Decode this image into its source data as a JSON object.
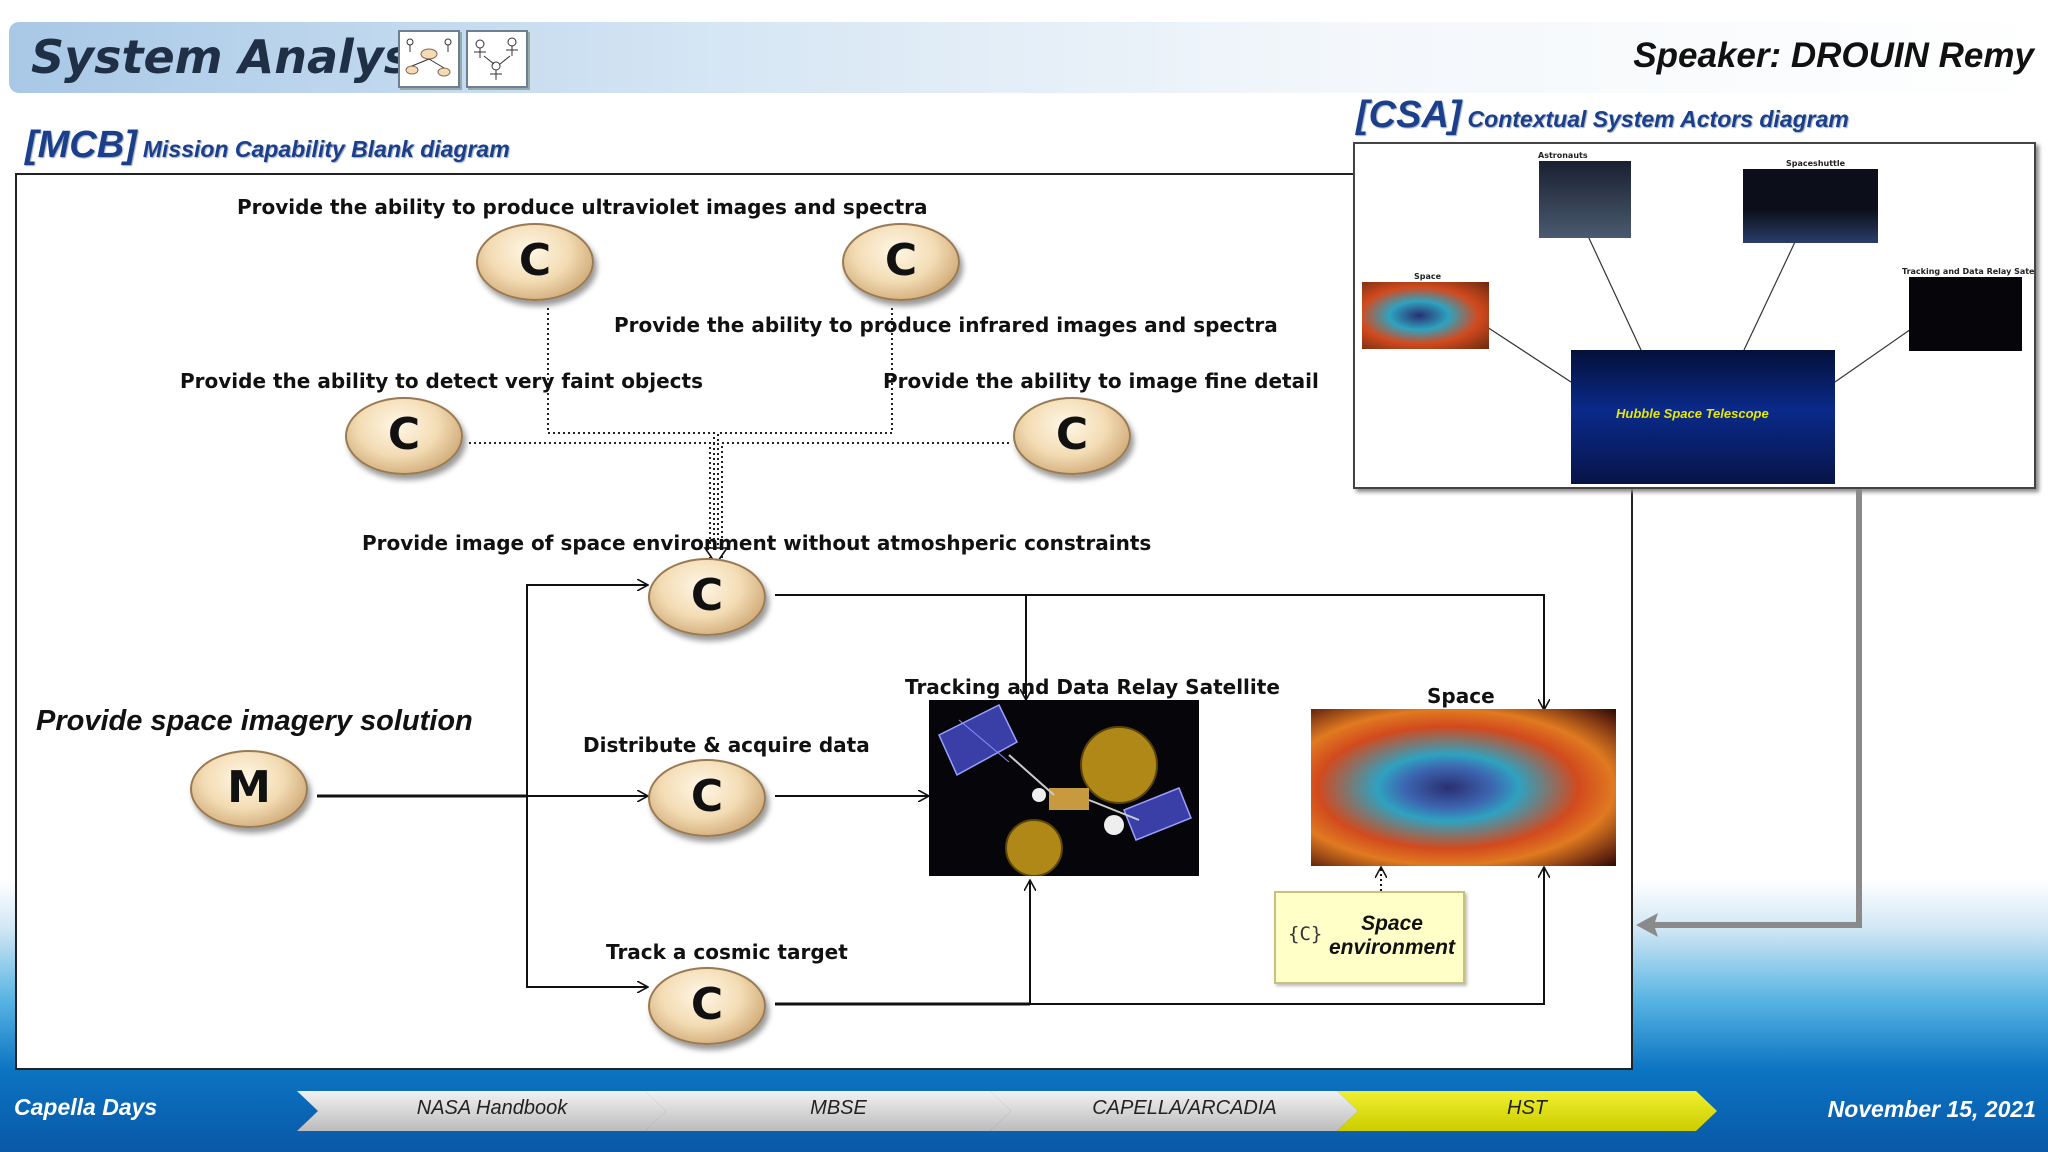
{
  "header": {
    "title": "System Analysis",
    "speaker": "Speaker: DROUIN Remy",
    "icons": [
      "mission-capability-icon",
      "actors-icon"
    ]
  },
  "mcb": {
    "code": "[MCB]",
    "description": "Mission Capability Blank diagram",
    "capabilities": {
      "uv": "Provide the ability to produce ultraviolet images and spectra",
      "ir": "Provide the ability to produce infrared images and spectra",
      "faint": "Provide the ability to detect very faint objects",
      "fine": "Provide the ability to image fine detail",
      "space_image": "Provide image of space environment without atmoshperic constraints",
      "distribute": "Distribute & acquire data",
      "track": "Track a cosmic target"
    },
    "badge_capability": "C",
    "badge_mission": "M",
    "mission": "Provide space imagery solution",
    "actors": {
      "tdrs": "Tracking and Data Relay Satellite",
      "space": "Space"
    },
    "space_env_icon": "{C}",
    "space_env": "Space environment"
  },
  "csa": {
    "code": "[CSA]",
    "description": "Contextual System Actors diagram",
    "actors": {
      "astronauts": "Astronauts",
      "spaceshuttle": "Spaceshuttle",
      "space": "Space",
      "tdrs": "Tracking and Data Relay Satellite",
      "hubble": "Hubble Space Telescope"
    }
  },
  "footer": {
    "left": "Capella Days",
    "right": "November 15, 2021",
    "steps": [
      "NASA Handbook",
      "MBSE",
      "CAPELLA/ARCADIA",
      "HST"
    ],
    "active_step": "HST",
    "colors": {
      "active": "#e4e400",
      "inactive": "#d0d0d0"
    }
  }
}
